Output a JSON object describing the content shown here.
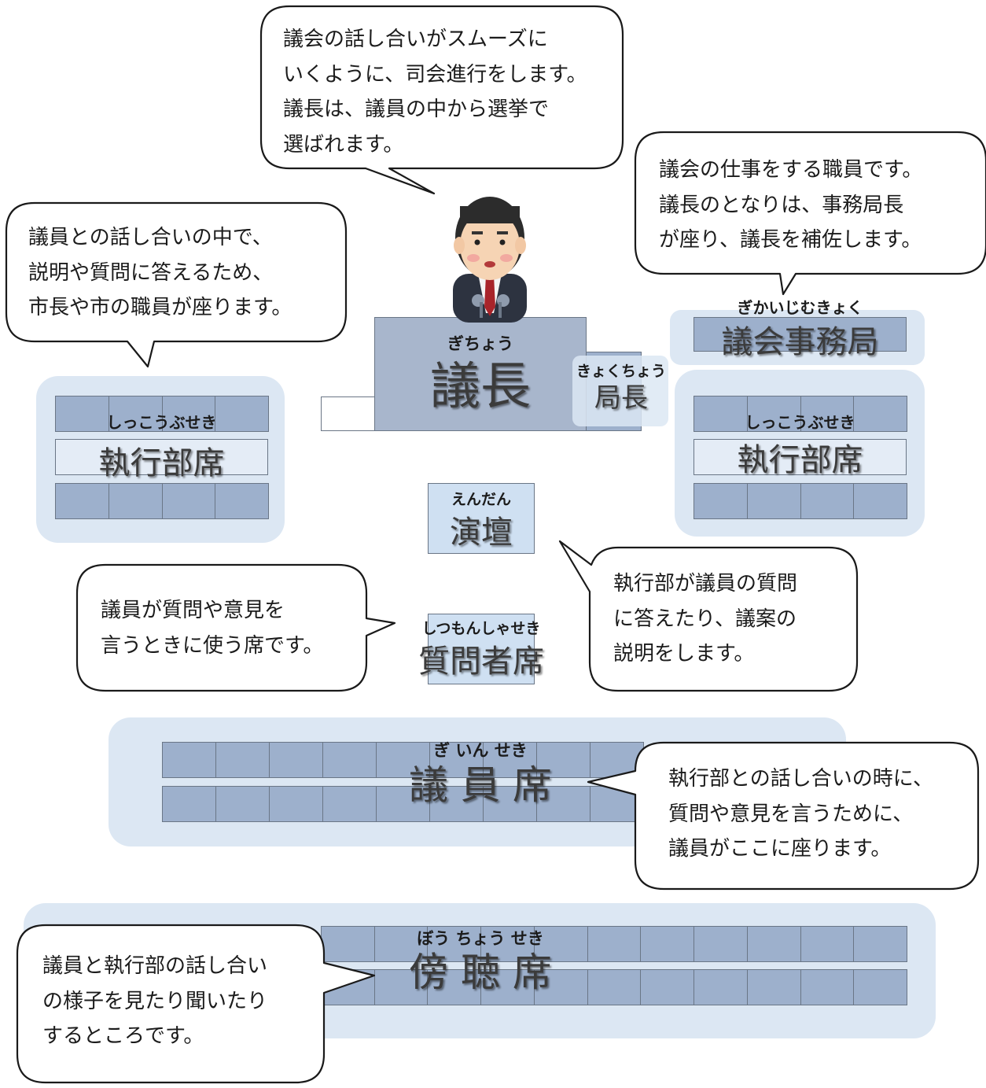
{
  "chair": {
    "ruby": "ぎちょう",
    "label": "議長"
  },
  "director": {
    "ruby": "きょくちょう",
    "label": "局長"
  },
  "secretariat": {
    "ruby": "ぎかいじむきょく",
    "label": "議会事務局"
  },
  "exec_left": {
    "ruby": "しっこうぶせき",
    "label": "執行部席"
  },
  "exec_right": {
    "ruby": "しっこうぶせき",
    "label": "執行部席"
  },
  "podium": {
    "ruby": "えんだん",
    "label": "演壇"
  },
  "question_seat": {
    "ruby": "しつもんしゃせき",
    "label": "質問者席"
  },
  "member_seats": {
    "ruby": "ぎ いん せき",
    "label": "議 員 席"
  },
  "gallery": {
    "ruby": "ぼう ちょう せき",
    "label": "傍 聴 席"
  },
  "bubbles": {
    "chair": [
      "議会の話し合いがスムーズに",
      "いくように、司会進行をします。",
      "議長は、議員の中から選挙で",
      "選ばれます。"
    ],
    "director": [
      "議会の仕事をする職員です。",
      "議長のとなりは、事務局長",
      "が座り、議長を補佐します。"
    ],
    "mayor": [
      "議員との話し合いの中で、",
      "説明や質問に答えるため、",
      "市長や市の職員が座ります。"
    ],
    "question": [
      "議員が質問や意見を",
      "言うときに使う席です。"
    ],
    "exec": [
      "執行部が議員の質問",
      "に答えたり、議案の",
      "説明をします。"
    ],
    "members": [
      "執行部との話し合いの時に、",
      "質問や意見を言うために、",
      "議員がここに座ります。"
    ],
    "gallery": [
      "議員と執行部の話し合い",
      "の様子を見たり聞いたり",
      "するところです。"
    ]
  }
}
